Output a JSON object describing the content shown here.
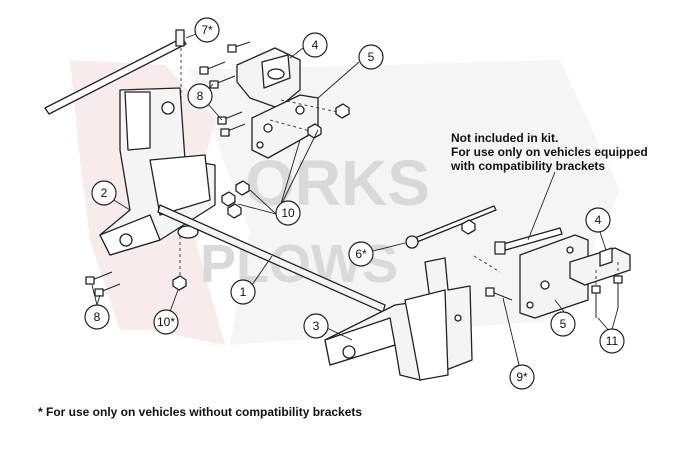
{
  "watermark": {
    "line1": "ORKS",
    "line2": "PLOWS",
    "color": "#d9d9d9",
    "accent_color": "#f3dada"
  },
  "note": {
    "line1": "Not included in kit.",
    "line2": "For use only on vehicles equipped",
    "line3": "with compatibility brackets"
  },
  "footnote": "* For use only on vehicles without compatibility brackets",
  "callouts": {
    "c7": "7*",
    "c4a": "4",
    "c5a": "5",
    "c8a": "8",
    "c2": "2",
    "c10a": "10",
    "c6": "6*",
    "c1": "1",
    "c8b": "8",
    "c10b": "10*",
    "c3": "3",
    "c9": "9*",
    "c4b": "4",
    "c5b": "5",
    "c11": "11"
  }
}
